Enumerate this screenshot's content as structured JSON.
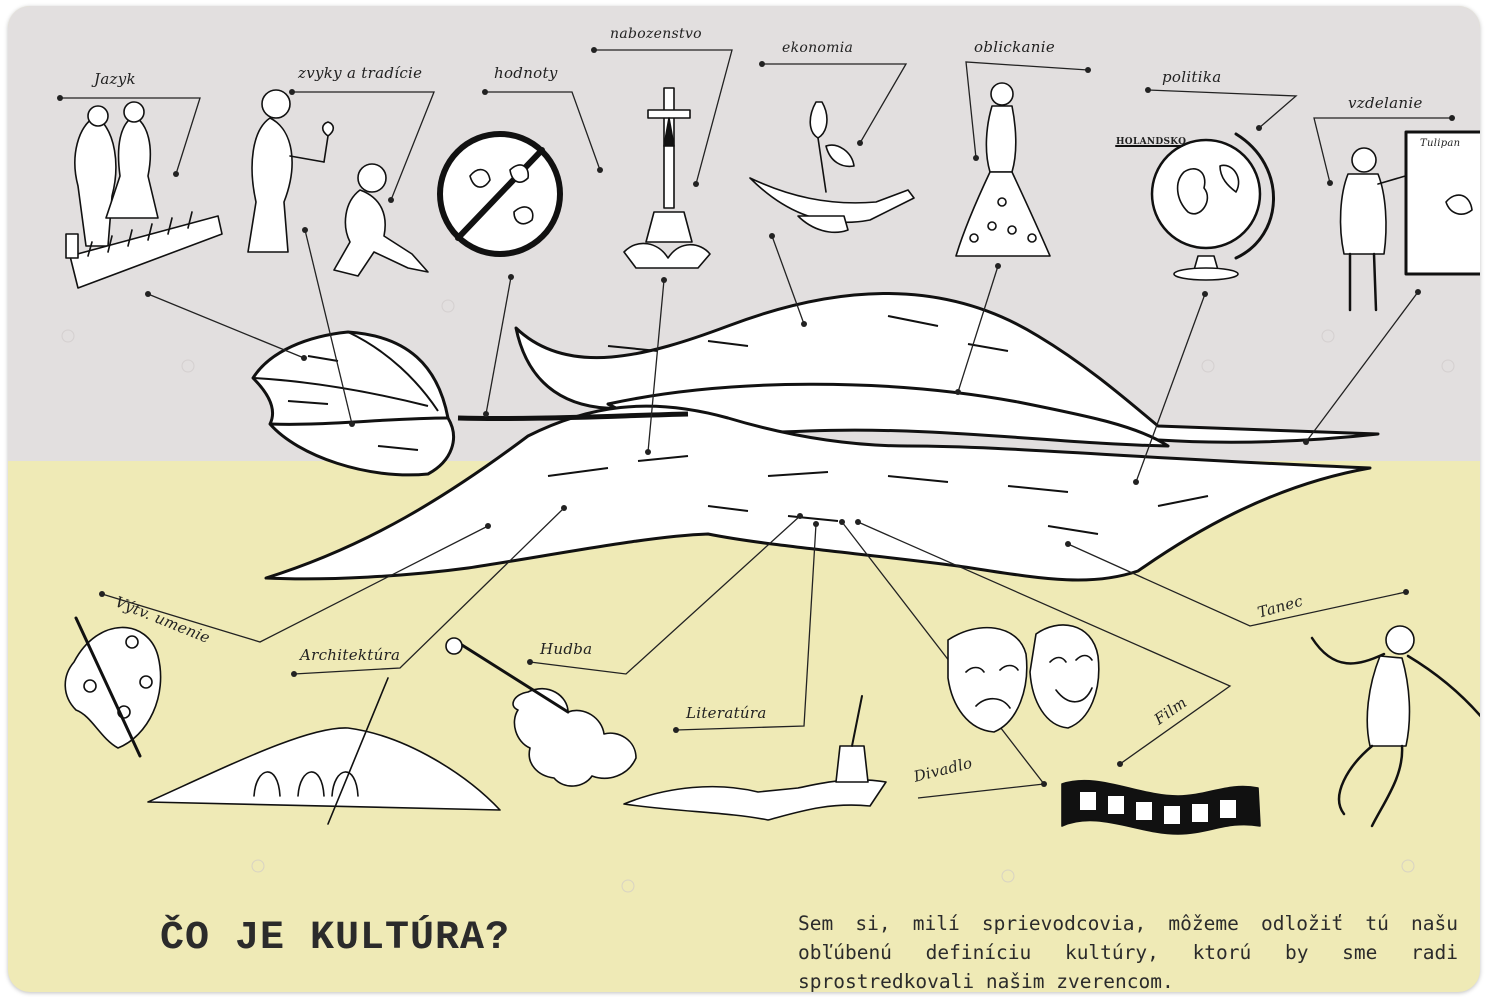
{
  "title": "ČO JE KULTÚRA?",
  "description": "Sem si, milí sprievodcovia, môžeme odložiť tú našu obľúbenú definíciu kultúry, ktorú by sme radi sprostredkovali našim zverencom.",
  "colors": {
    "top_background": "#e2dfdf",
    "bottom_background": "#efeab6",
    "ink": "#1a1a1a"
  },
  "labels": {
    "jazyk": "Jazyk",
    "zvyky": "zvyky a tradície",
    "hodnoty": "hodnoty",
    "nabozenstvo": "nabozenstvo",
    "ekonomia": "ekonomia",
    "oblickanie": "oblickanie",
    "politika": "politika",
    "vzdelanie": "vzdelanie",
    "vytv_umenie": "Výtv. umenie",
    "architektura": "Architektúra",
    "hudba": "Hudba",
    "literatura": "Literatúra",
    "divadlo": "Divadlo",
    "film": "Film",
    "tanec": "Tanec"
  },
  "globe_text": "HOLANDSKO",
  "board_text": "Tulipan"
}
